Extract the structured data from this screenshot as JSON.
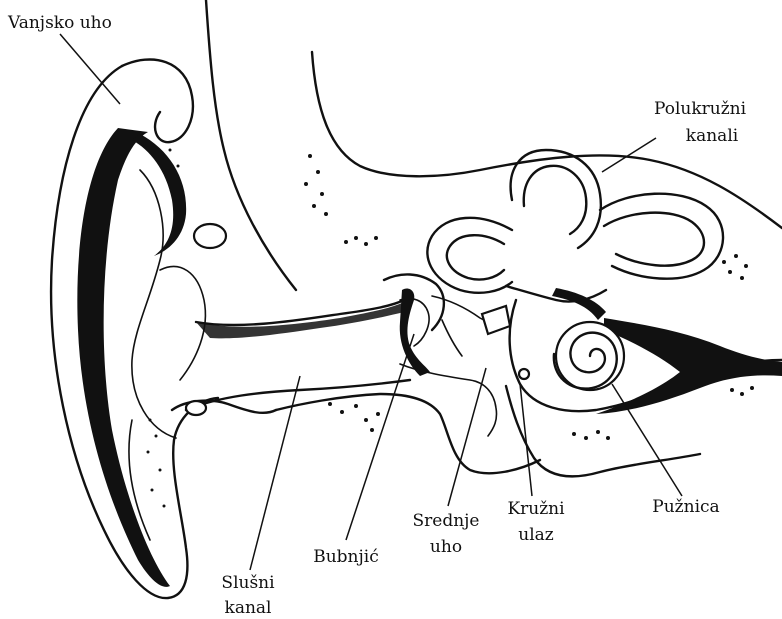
{
  "labels": {
    "outer_ear": "Vanjsko uho",
    "semicircular_canals_line1": "Polukružni",
    "semicircular_canals_line2": "kanali",
    "cochlea": "Pužnica",
    "round_window_line1": "Kružni",
    "round_window_line2": "ulaz",
    "middle_ear_line1": "Srednje",
    "middle_ear_line2": "uho",
    "eardrum": "Bubnjić",
    "ear_canal_line1": "Slušni",
    "ear_canal_line2": "kanal"
  }
}
